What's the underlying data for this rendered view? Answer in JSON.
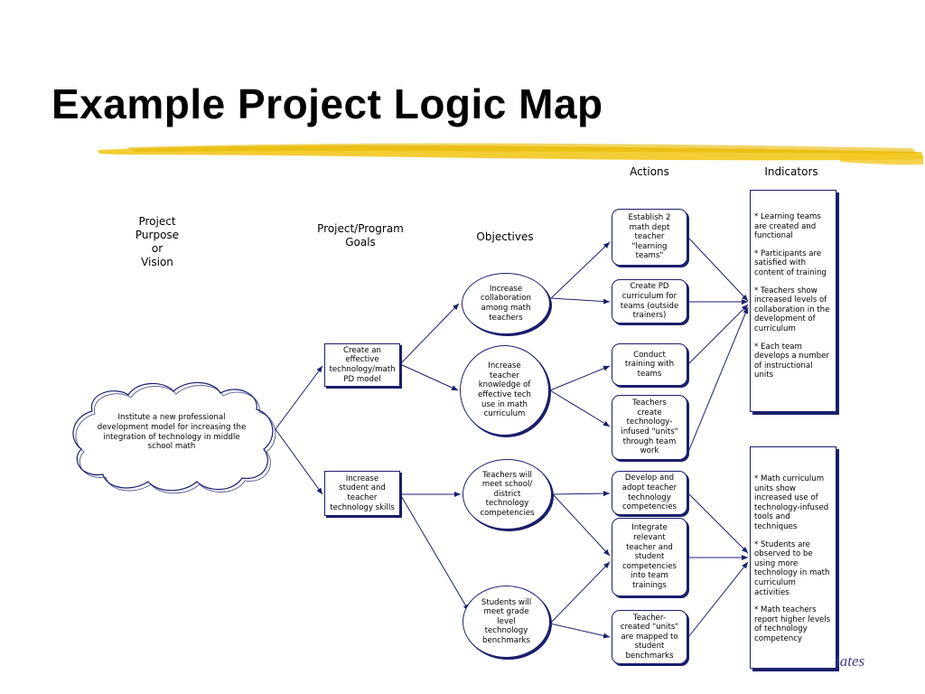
{
  "title": "Example Project Logic Map",
  "headers": {
    "purpose": "Project Purpose\nor\nVision",
    "goals": "Project/Program\nGoals",
    "objectives": "Objectives",
    "actions": "Actions",
    "indicators": "Indicators"
  },
  "purpose": "Institute a new professional\ndevelopment model for increasing the\nintegration of technology in middle\nschool math",
  "goals": [
    "Create an\neffective\ntechnology/math\nPD model",
    "Increase\nstudent and\nteacher\ntechnology skills"
  ],
  "objectives": [
    "Increase\ncollaboration\namong math\nteachers",
    "Increase\nteacher\nknowledge of\neffective tech\nuse in math\ncurriculum",
    "Teachers will\nmeet school/\ndistrict\ntechnology\ncompetencies",
    "Students will\nmeet grade\nlevel\ntechnology\nbenchmarks"
  ],
  "actions": [
    "Establish 2\nmath dept\nteacher\n\"learning\nteams\"",
    "Create PD\ncurriculum for\nteams (outside\ntrainers)",
    "Conduct\ntraining with\nteams",
    "Teachers\ncreate\ntechnology-\ninfused \"units\"\nthrough team\nwork",
    "Develop and\nadopt teacher\ntechnology\ncompetencies",
    "Integrate\nrelevant\nteacher and\nstudent\ncompetencies\ninto team\ntrainings",
    "Teacher-\ncreated \"units\"\nare mapped to\nstudent\nbenchmarks"
  ],
  "indicators": {
    "group1": [
      "* Learning teams\nare created and\nfunctional",
      "* Participants are\nsatisfied with\ncontent of training",
      "* Teachers show\nincreased levels of\ncollaboration in the\ndevelopment of\ncurriculum",
      "*  Each team\ndevelops a number\nof instructional\nunits"
    ],
    "group2": [
      "* Math curriculum\nunits show\nincreased use of\ntechnology-infused\ntools and\ntechniques",
      "* Students are\nobserved to be\nusing more\ntechnology in math\ncurriculum activities",
      "* Math teachers\nreport higher levels\nof technology\ncompetency"
    ]
  },
  "footer": "iates",
  "colors": {
    "line": "#1a1f6b",
    "highlight": "#f2c81e"
  }
}
